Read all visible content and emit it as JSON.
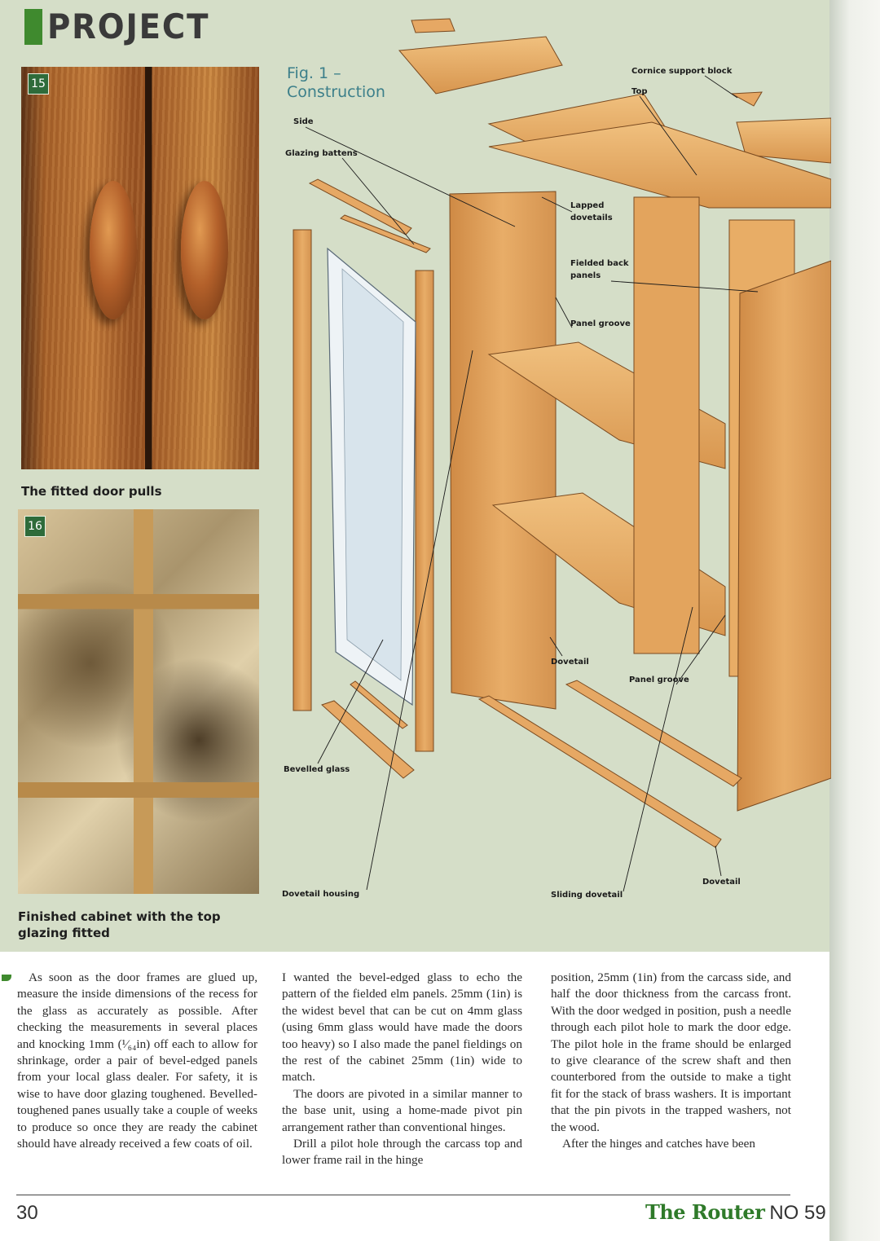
{
  "header": {
    "section": "PROJECT"
  },
  "photos": [
    {
      "number": "15",
      "caption": "The fitted door pulls"
    },
    {
      "number": "16",
      "caption": "Finished cabinet with the top glazing fitted"
    }
  ],
  "figure": {
    "title_line1": "Fig. 1 –",
    "title_line2": "Construction",
    "labels": {
      "cornice": "Cornice support block",
      "top": "Top",
      "side": "Side",
      "glazing": "Glazing battens",
      "lapped1": "Lapped",
      "lapped2": "dovetails",
      "fielded1": "Fielded back",
      "fielded2": "panels",
      "groove1": "Panel groove",
      "dovetail1": "Dovetail",
      "groove2": "Panel groove",
      "bevelled": "Bevelled glass",
      "housing": "Dovetail housing",
      "sliding": "Sliding dovetail",
      "dovetail2": "Dovetail"
    }
  },
  "article": {
    "col1": "As soon as the door frames are glued up, measure the inside dimensions of the recess for the glass as accurately as possible. After checking the measurements in several places and knocking 1mm (¹⁄₆₄in) off each to allow for shrinkage, order a pair of bevel-edged panels from your local glass dealer. For safety, it is wise to have door glazing toughened. Bevelled-toughened panes usually take a couple of weeks to produce so once they are ready the cabinet should have already received a few coats of oil.",
    "col2_p1": "I wanted the bevel-edged glass to echo the pattern of the fielded elm panels. 25mm (1in) is the widest bevel that can be cut on 4mm glass (using 6mm glass would have made the doors too heavy) so I also made the panel fieldings on the rest of the cabinet 25mm (1in) wide to match.",
    "col2_p2": "The doors are pivoted in a similar manner to the base unit, using a home-made pivot pin arrangement rather than conventional hinges.",
    "col2_p3": "Drill a pilot hole through the carcass top and lower frame rail in the hinge",
    "col3_p1": "position, 25mm (1in) from the carcass side, and half the door thickness from the carcass front. With the door wedged in position, push a needle through each pilot hole to mark the door edge. The pilot hole in the frame should be enlarged to give clearance of the screw shaft and then counterbored from the outside to make a tight fit for the stack of brass washers. It is important that the pin pivots in the trapped washers, not the wood.",
    "col3_p2": "After the hinges and catches have been"
  },
  "footer": {
    "page": "30",
    "magazine": "The Router",
    "issue": "NO 59"
  },
  "colors": {
    "panel": "#d5dec8",
    "accent_green": "#3f8a2e",
    "figure_title": "#3c7f8a",
    "wood": "#e4a55c"
  }
}
